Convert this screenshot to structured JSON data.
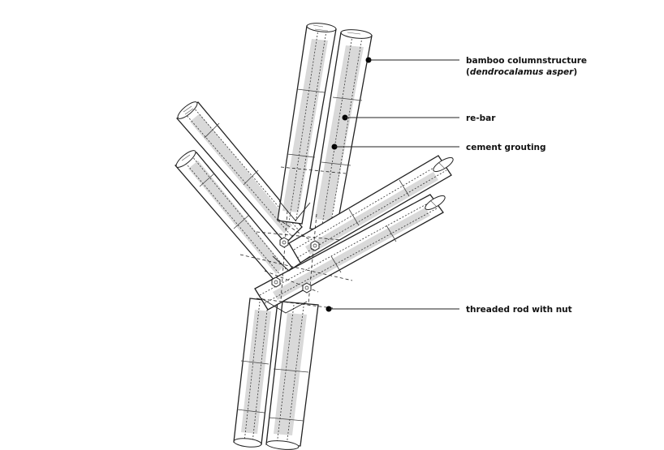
{
  "labels": {
    "bamboo_line1": "bamboo columnstructure",
    "bamboo_line2_open": "(",
    "bamboo_line2_species": "dendrocalamus asper",
    "bamboo_line2_close": ")",
    "rebar": "re-bar",
    "cement": "cement grouting",
    "rod": "threaded rod with nut"
  },
  "colors": {
    "stroke": "#222222",
    "grout": "#d9d9d9",
    "background": "#ffffff"
  }
}
